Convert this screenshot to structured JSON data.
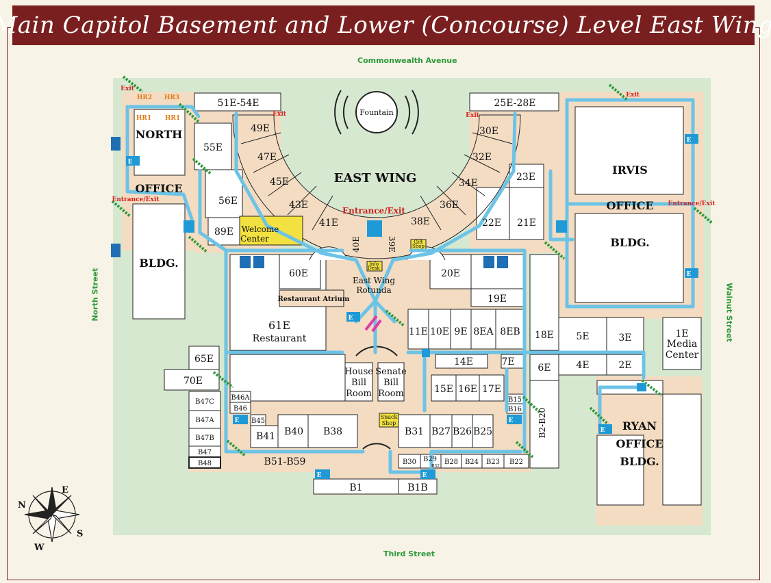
{
  "title": "Main Capitol Basement and Lower (Concourse) Level East Wing",
  "streets": {
    "top": "Commonwealth Avenue",
    "bottom": "Third Street",
    "left": "North Street",
    "right": "Walnut Street"
  },
  "buildings": {
    "north_office": {
      "line1": "NORTH",
      "line2": "OFFICE",
      "line3": "BLDG."
    },
    "irvis_office": {
      "line1": "IRVIS",
      "line2": "OFFICE",
      "line3": "BLDG."
    },
    "ryan_office": {
      "line1": "RYAN",
      "line2": "OFFICE",
      "line3": "BLDG."
    },
    "east_wing": "EAST WING"
  },
  "labels": {
    "fountain": "Fountain",
    "entrance_exit_top": "Entrance/Exit",
    "entrance_exit_left": "Entrance/Exit",
    "entrance_exit_right": "Entrance/Exit",
    "exit": "Exit",
    "info_desk_1": "Info",
    "info_desk_2": "Desk",
    "gift_shop_1": "Gift",
    "gift_shop_2": "Shop",
    "snack_shop_1": "Snack",
    "snack_shop_2": "Shop",
    "rotunda_1": "East Wing",
    "rotunda_2": "Rotunda",
    "welcome_1": "Welcome",
    "welcome_2": "Center",
    "restaurant_atrium": "Restaurant Atrium",
    "restaurant_1": "61E",
    "restaurant_2": "Restaurant",
    "house_bill_1": "House",
    "house_bill_2": "Bill",
    "house_bill_3": "Room",
    "senate_bill_1": "Senate",
    "senate_bill_2": "Bill",
    "senate_bill_3": "Room",
    "media_1": "1E",
    "media_2": "Media",
    "media_3": "Center",
    "hr1a": "HR1",
    "hr1b": "HR1",
    "hr2": "HR2",
    "hr3": "HR3",
    "compass_n": "N",
    "compass_e": "E",
    "compass_s": "S",
    "compass_w": "W",
    "elevator": "E"
  },
  "rooms": {
    "r51e54e": "51E-54E",
    "r49e": "49E",
    "r47e": "47E",
    "r45e": "45E",
    "r43e": "43E",
    "r41e": "41E",
    "r40e": "40E",
    "r39e": "39E",
    "r38e": "38E",
    "r36e": "36E",
    "r34e": "34E",
    "r32e": "32E",
    "r30e": "30E",
    "r25e28e": "25E-28E",
    "r23e": "23E",
    "r22e": "22E",
    "r21e": "21E",
    "r55e": "55E",
    "r56e": "56E",
    "r89e": "89E",
    "r60e": "60E",
    "r20e": "20E",
    "r19e": "19E",
    "r11e": "11E",
    "r10e": "10E",
    "r9e": "9E",
    "r8ea": "8EA",
    "r8eb": "8EB",
    "r18e": "18E",
    "r5e": "5E",
    "r3e": "3E",
    "r4e": "4E",
    "r2e": "2E",
    "r6e": "6E",
    "r7e": "7E",
    "r14e": "14E",
    "r15e": "15E",
    "r16e": "16E",
    "r17e": "17E",
    "r65e": "65E",
    "r70e": "70E",
    "b47c": "B47C",
    "b47a": "B47A",
    "b47b": "B47B",
    "b47": "B47",
    "b48": "B48",
    "b46a": "B46A",
    "b46": "B46",
    "b45": "B45",
    "b41": "B41",
    "b40": "B40",
    "b38": "B38",
    "b31": "B31",
    "b27": "B27",
    "b26": "B26",
    "b25": "B25",
    "b15": "B15",
    "b16": "B16",
    "b2b20": "B2-B20",
    "b51b59": "B51-B59",
    "b30": "B30",
    "b29": "B29",
    "b32": "B32",
    "b28": "B28",
    "b24": "B24",
    "b23": "B23",
    "b22": "B22",
    "b1": "B1",
    "b1b": "B1B"
  },
  "colors": {
    "title_bg": "#7a1f1f",
    "page_bg": "#f7f3e6",
    "lawn": "#d6e8d0",
    "floor": "#f3dcc2",
    "route": "#6cc3e6",
    "exit_red": "#d42020",
    "hr_orange": "#e07d1a",
    "street_green": "#2e9a3c",
    "stairs": "#2e9a3c",
    "welcome": "#f2e140",
    "restroom_blue": "#1f6fb5"
  }
}
